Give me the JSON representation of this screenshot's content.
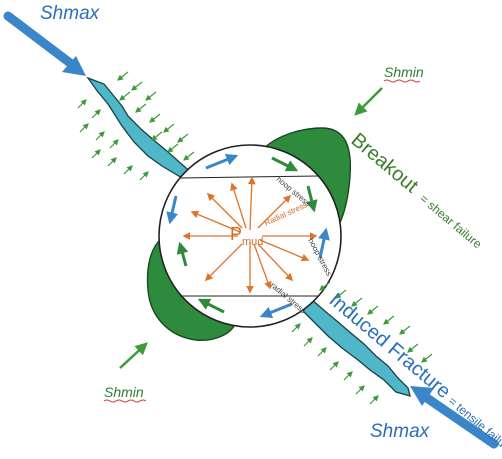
{
  "labels": {
    "shmax_top": "Shmax",
    "shmax_bottom": "Shmax",
    "shmin_top": "Shmin",
    "shmin_bottom": "Shmin",
    "breakout": "Breakout",
    "breakout_sub": "= shear failure",
    "induced_fracture": "Induced Fracture",
    "induced_fracture_sub": "= tensile failure",
    "hoop_stress_top": "hoop stress",
    "hoop_stress_right": "hoop stress",
    "radial_stress_center": "Radial stress",
    "radial_stress_bottom": "radial stress",
    "pmud_main": "P",
    "pmud_sub": "mud"
  },
  "colors": {
    "shmax_blue": "#3a86c8",
    "fracture_fill": "#4fb7c8",
    "breakout_green": "#2e8b3e",
    "shmin_green": "#3e9b3a",
    "pressure_orange": "#e0742a",
    "outline": "#222222"
  }
}
